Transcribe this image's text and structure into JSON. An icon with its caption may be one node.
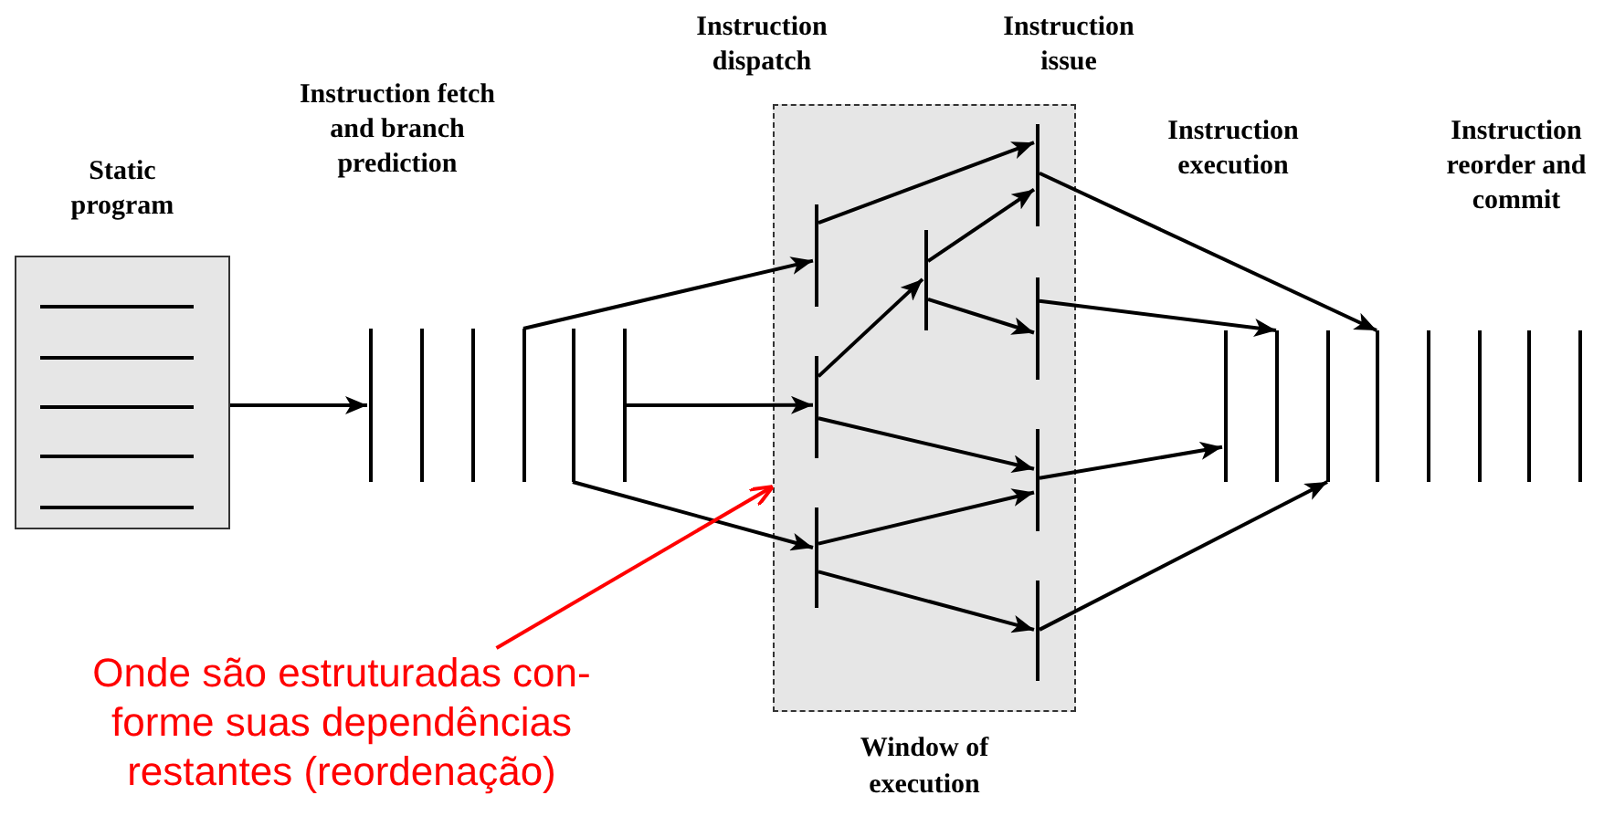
{
  "diagram": {
    "nodes": [
      {
        "text": [
          "Static program"
        ]
      },
      {
        "text": [],
        "shape": "bar"
      },
      {
        "text": [],
        "shape": "bar"
      },
      {
        "text": [],
        "shape": "bar"
      },
      {
        "text": [],
        "shape": "bar"
      },
      {
        "text": [],
        "shape": "bar"
      },
      {
        "text": [],
        "shape": "bar"
      },
      {
        "text": [
          "Window of execution"
        ]
      },
      {
        "text": [],
        "shape": "bar",
        "in": 7
      },
      {
        "text": [],
        "shape": "bar",
        "in": 7
      },
      {
        "text": [],
        "shape": "bar",
        "in": 7
      },
      {
        "text": [],
        "shape": "bar",
        "in": 7
      },
      {
        "text": [],
        "shape": "bar",
        "in": 7
      },
      {
        "text": [],
        "shape": "bar",
        "in": 7
      },
      {
        "text": [],
        "shape": "bar",
        "in": 7
      },
      {
        "text": [],
        "shape": "bar",
        "in": 7
      },
      {
        "text": [],
        "shape": "bar"
      },
      {
        "text": [],
        "shape": "bar"
      },
      {
        "text": [],
        "shape": "bar"
      },
      {
        "text": [],
        "shape": "bar"
      },
      {
        "text": [],
        "shape": "bar"
      },
      {
        "text": [],
        "shape": "bar"
      },
      {
        "text": [],
        "shape": "bar"
      },
      {
        "text": [],
        "shape": "bar"
      },
      {
        "text": [
          "Onde são estruturadas con-forme suas dependências restantes (reordenação)"
        ]
      }
    ],
    "edges": [
      {
        "from": 0,
        "to": 1,
        "arrow": "to"
      },
      {
        "from": 4,
        "to": 8,
        "arrow": "to"
      },
      {
        "from": 6,
        "to": 9,
        "arrow": "to"
      },
      {
        "from": 5,
        "to": 10,
        "arrow": "to"
      },
      {
        "from": 8,
        "to": 12,
        "arrow": "to"
      },
      {
        "from": 9,
        "to": 11,
        "arrow": "to"
      },
      {
        "from": 11,
        "to": 12,
        "arrow": "to"
      },
      {
        "from": 11,
        "to": 13,
        "arrow": "to"
      },
      {
        "from": 9,
        "to": 14,
        "arrow": "to"
      },
      {
        "from": 10,
        "to": 14,
        "arrow": "to"
      },
      {
        "from": 10,
        "to": 15,
        "arrow": "to"
      },
      {
        "from": 12,
        "to": 19,
        "arrow": "to"
      },
      {
        "from": 13,
        "to": 17,
        "arrow": "to"
      },
      {
        "from": 14,
        "to": 16,
        "arrow": "to"
      },
      {
        "from": 15,
        "to": 18,
        "arrow": "to"
      },
      {
        "from": 24,
        "to": 7,
        "arrow": "to",
        "color": "#ff0000"
      }
    ],
    "labels": [
      "Instruction dispatch",
      "Instruction issue",
      "Instruction fetch and branch prediction",
      "Instruction execution",
      "Instruction reorder and commit"
    ]
  }
}
